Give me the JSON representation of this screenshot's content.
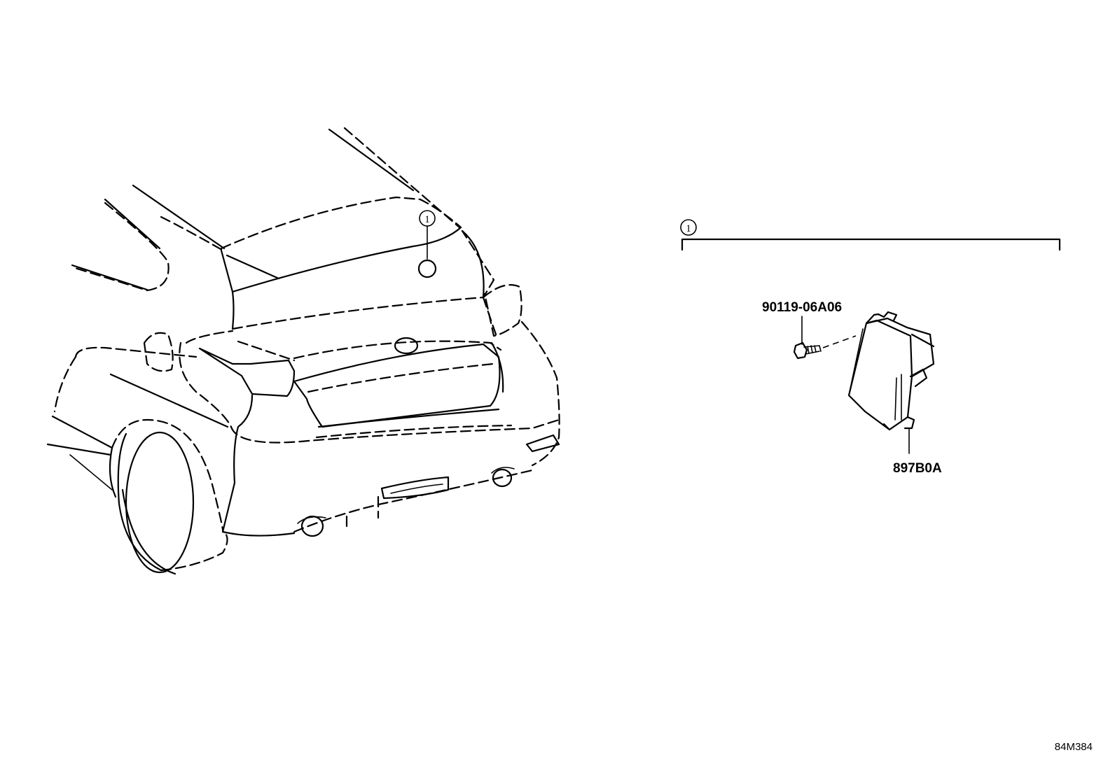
{
  "diagram": {
    "callout_marker": "1",
    "parts": [
      {
        "id": "bolt",
        "label": "90119-06A06"
      },
      {
        "id": "module",
        "label": "897B0A"
      }
    ],
    "reference_code": "84M384",
    "colors": {
      "line": "#000000",
      "background": "#ffffff"
    }
  }
}
